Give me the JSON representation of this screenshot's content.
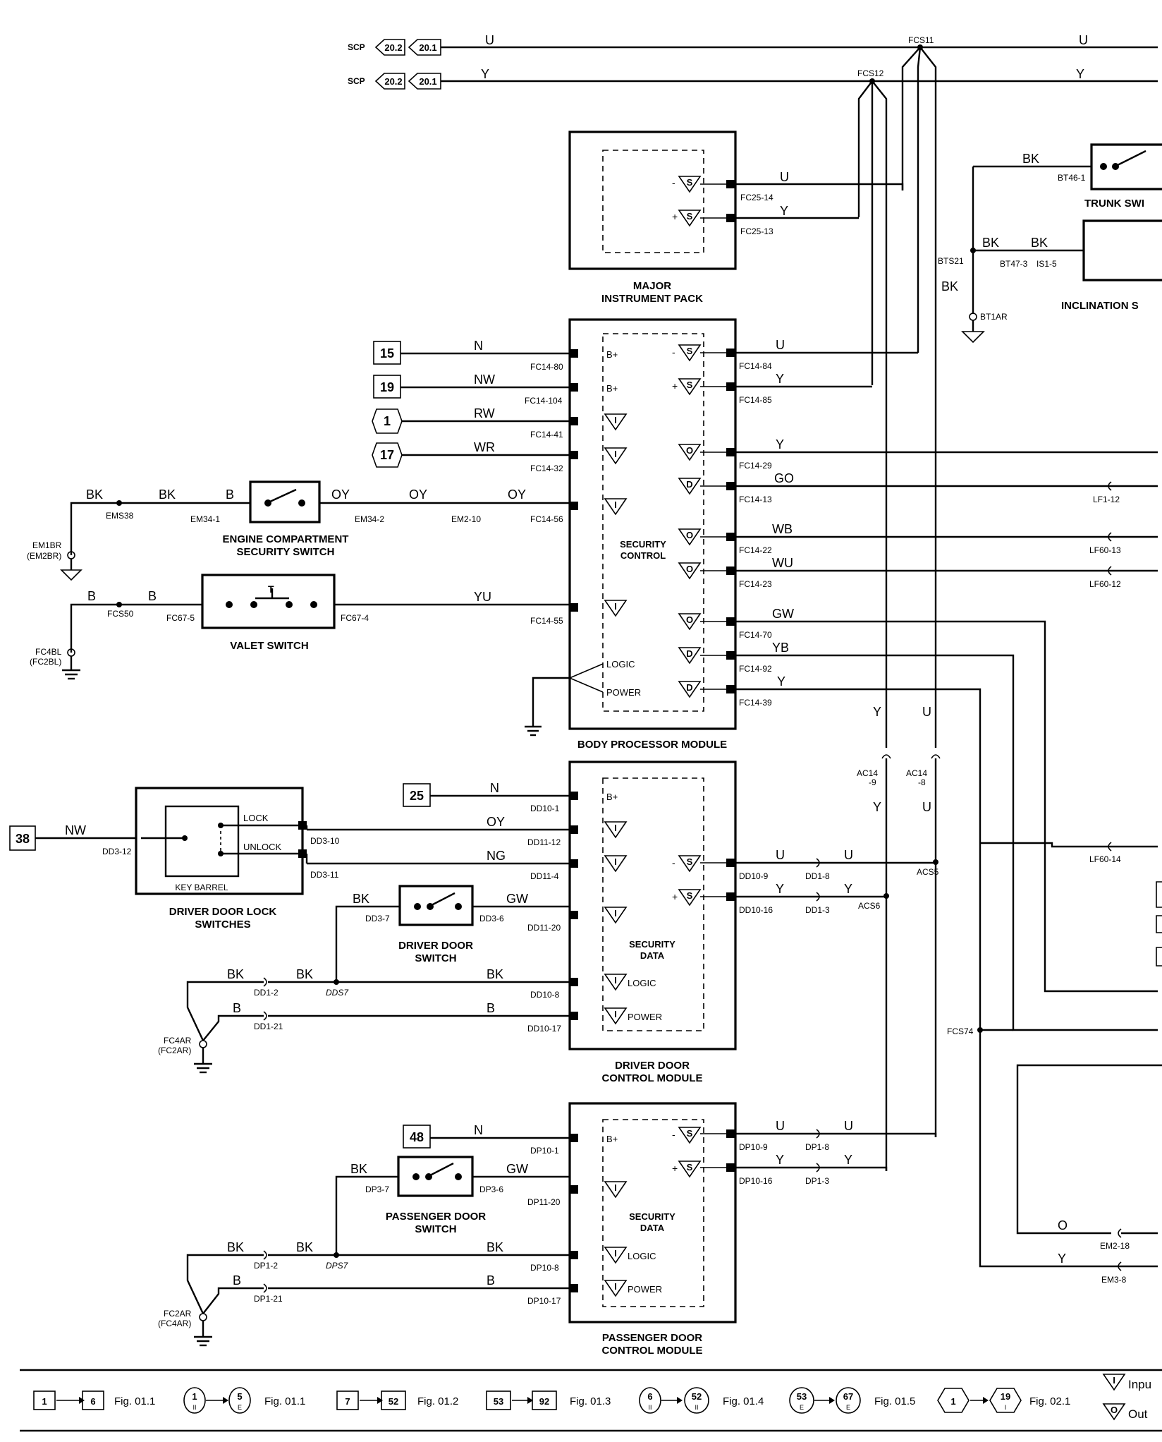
{
  "scp": {
    "label": "SCP",
    "ref_a": "20.2",
    "ref_b": "20.1"
  },
  "colors": {
    "line": "#000000",
    "background": "#ffffff"
  },
  "wires": {
    "u": "U",
    "y": "Y",
    "bk": "BK",
    "b": "B",
    "n": "N",
    "nw": "NW",
    "rw": "RW",
    "wr": "WR",
    "oy": "OY",
    "yu": "YU",
    "go": "GO",
    "wb": "WB",
    "wu": "WU",
    "gw": "GW",
    "yb": "YB",
    "ng": "NG",
    "o": "O"
  },
  "splices": {
    "fcs11": "FCS11",
    "fcs12": "FCS12",
    "fcs50": "FCS50",
    "fcs74": "FCS74",
    "ems38": "EMS38",
    "bts21": "BTS21",
    "acs5": "ACS5",
    "acs6": "ACS6",
    "dds7": "DDS7",
    "dps7": "DPS7"
  },
  "grounds": {
    "em1br": "EM1BR",
    "em2br": "(EM2BR)",
    "fc4bl": "FC4BL",
    "fc2bl": "(FC2BL)",
    "bt1ar": "BT1AR",
    "fc4ar": "FC4AR",
    "fc2ar_p": "(FC2AR)",
    "fc2ar": "FC2AR",
    "fc4ar_p": "(FC4AR)"
  },
  "refs": {
    "r15": "15",
    "r19": "19",
    "r1": "1",
    "r17": "17",
    "r25": "25",
    "r38": "38",
    "r48": "48"
  },
  "symbols": {
    "s": "S",
    "i": "I",
    "o": "O",
    "d": "D",
    "minus": "-",
    "plus": "+",
    "bplus": "B+",
    "logic": "LOGIC",
    "power": "POWER",
    "lock": "LOCK",
    "unlock": "UNLOCK",
    "key_barrel": "KEY BARREL",
    "t": "T"
  },
  "modules": {
    "mip": {
      "name_1": "MAJOR",
      "name_2": "INSTRUMENT PACK",
      "pins": [
        "FC25-14",
        "FC25-13"
      ]
    },
    "bpm": {
      "name": "BODY PROCESSOR MODULE",
      "inner_1": "SECURITY",
      "inner_2": "CONTROL",
      "pins_left": [
        "FC14-80",
        "FC14-104",
        "FC14-41",
        "FC14-32",
        "FC14-56",
        "FC14-55"
      ],
      "pins_right": [
        "FC14-84",
        "FC14-85",
        "FC14-29",
        "FC14-13",
        "FC14-22",
        "FC14-23",
        "FC14-70",
        "FC14-92",
        "FC14-39"
      ]
    },
    "ddcm": {
      "name_1": "DRIVER DOOR",
      "name_2": "CONTROL MODULE",
      "inner_1": "SECURITY",
      "inner_2": "DATA",
      "pins_left": [
        "DD10-1",
        "DD11-12",
        "DD11-4",
        "DD11-20",
        "DD10-8",
        "DD10-17"
      ],
      "pins_right": [
        "DD10-9",
        "DD10-16"
      ]
    },
    "pdcm": {
      "name_1": "PASSENGER DOOR",
      "name_2": "CONTROL MODULE",
      "inner_1": "SECURITY",
      "inner_2": "DATA",
      "pins_left": [
        "DP10-1",
        "DP11-20",
        "DP10-8",
        "DP10-17"
      ],
      "pins_right": [
        "DP10-9",
        "DP10-16"
      ]
    }
  },
  "switches": {
    "ecss": {
      "name_1": "ENGINE COMPARTMENT",
      "name_2": "SECURITY SWITCH",
      "pins": [
        "EM34-1",
        "EM34-2"
      ]
    },
    "valet": {
      "name": "VALET SWITCH",
      "pins": [
        "FC67-5",
        "FC67-4"
      ]
    },
    "ddls": {
      "name_1": "DRIVER DOOR LOCK",
      "name_2": "SWITCHES",
      "pins": [
        "DD3-12",
        "DD3-10",
        "DD3-11"
      ]
    },
    "dds": {
      "name_1": "DRIVER DOOR",
      "name_2": "SWITCH",
      "pins": [
        "DD3-7",
        "DD3-6"
      ]
    },
    "pds": {
      "name_1": "PASSENGER DOOR",
      "name_2": "SWITCH",
      "pins": [
        "DP3-7",
        "DP3-6"
      ]
    },
    "trunk": {
      "name": "TRUNK SWI",
      "pin": "BT46-1"
    },
    "incl": {
      "name": "INCLINATION S",
      "pins": [
        "BT47-3",
        "IS1-5"
      ]
    }
  },
  "connectors": {
    "em2_10": "EM2-10",
    "lf1_12": "LF1-12",
    "lf60_13": "LF60-13",
    "lf60_12": "LF60-12",
    "lf60_14": "LF60-14",
    "ac14_9": "AC14",
    "ac14_9b": "-9",
    "ac14_8": "AC14",
    "ac14_8b": "-8",
    "dd1_8": "DD1-8",
    "dd1_3": "DD1-3",
    "dd1_2": "DD1-2",
    "dd1_21": "DD1-21",
    "dp1_8": "DP1-8",
    "dp1_3": "DP1-3",
    "dp1_2": "DP1-2",
    "dp1_21": "DP1-21",
    "em2_18": "EM2-18",
    "em3_8": "EM3-8"
  },
  "legend": [
    {
      "a": "1",
      "b": "6",
      "fig": "Fig. 01.1"
    },
    {
      "a": "1",
      "a_sub": "II",
      "b": "5",
      "b_sub": "E",
      "fig": "Fig. 01.1"
    },
    {
      "a": "7",
      "b": "52",
      "fig": "Fig. 01.2"
    },
    {
      "a": "53",
      "b": "92",
      "fig": "Fig. 01.3"
    },
    {
      "a": "6",
      "a_sub": "II",
      "b": "52",
      "b_sub": "II",
      "fig": "Fig. 01.4"
    },
    {
      "a": "53",
      "a_sub": "E",
      "b": "67",
      "b_sub": "E",
      "fig": "Fig. 01.5"
    },
    {
      "a": "1",
      "b": "19",
      "b_sub": "I",
      "fig": "Fig. 02.1"
    }
  ],
  "legend_keys": {
    "input": "Inpu",
    "output": "Out"
  }
}
